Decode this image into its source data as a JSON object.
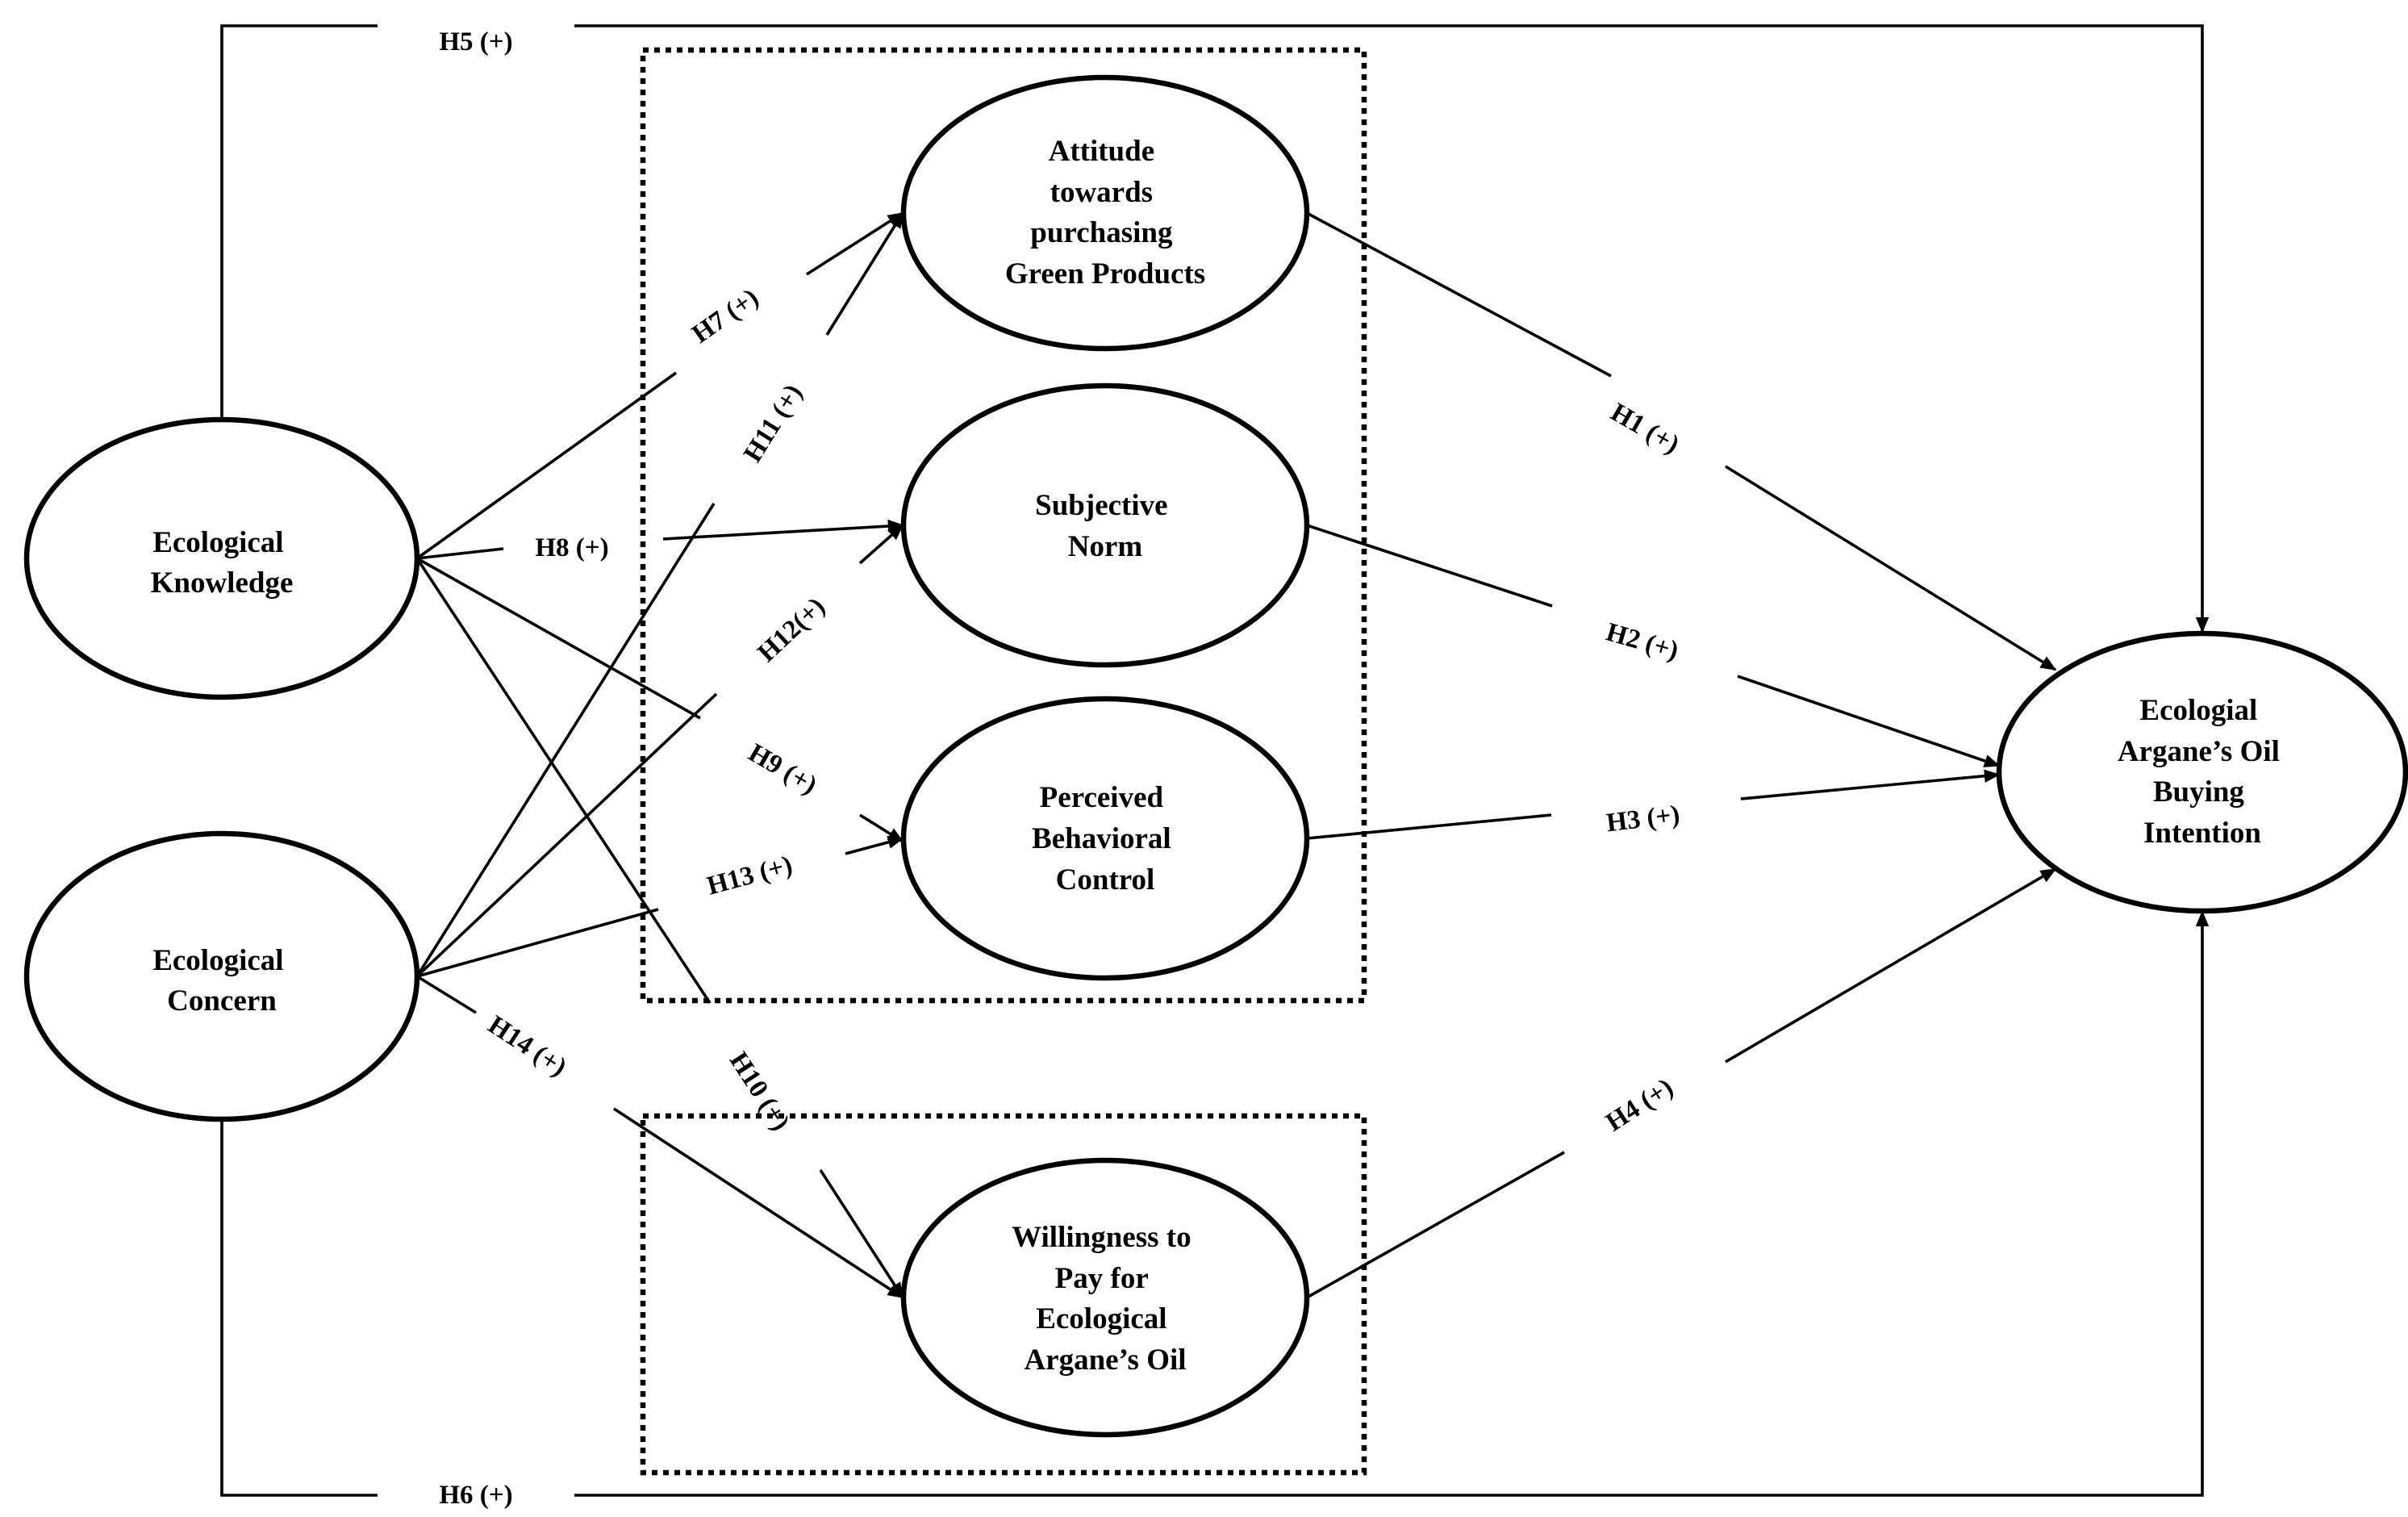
{
  "constructs": {
    "ecological_knowledge": [
      "Ecological",
      "Knowledge"
    ],
    "ecological_concern": [
      "Ecological",
      "Concern"
    ],
    "attitude": [
      "Attitude",
      "towards",
      "purchasing",
      "Green Products"
    ],
    "subjective_norm": [
      "Subjective",
      "Norm"
    ],
    "perceived_behavioral_control": [
      "Perceived",
      "Behavioral",
      "Control"
    ],
    "willingness_to_pay": [
      "Willingness to",
      "Pay for",
      "Ecological",
      "Argane’s Oil"
    ],
    "buying_intention": [
      "Ecologial",
      "Argane’s Oil",
      "Buying",
      "Intention"
    ]
  },
  "hypotheses": {
    "h1": "H1 (+)",
    "h2": "H2 (+)",
    "h3": "H3 (+)",
    "h4": "H4 (+)",
    "h5": "H5 (+)",
    "h6": "H6 (+)",
    "h7": "H7 (+)",
    "h8": "H8 (+)",
    "h9": "H9 (+)",
    "h10": "H10 (+)",
    "h11": "H11 (+)",
    "h12": "H12(+)",
    "h13": "H13 (+)",
    "h14": "H14 (+)"
  }
}
